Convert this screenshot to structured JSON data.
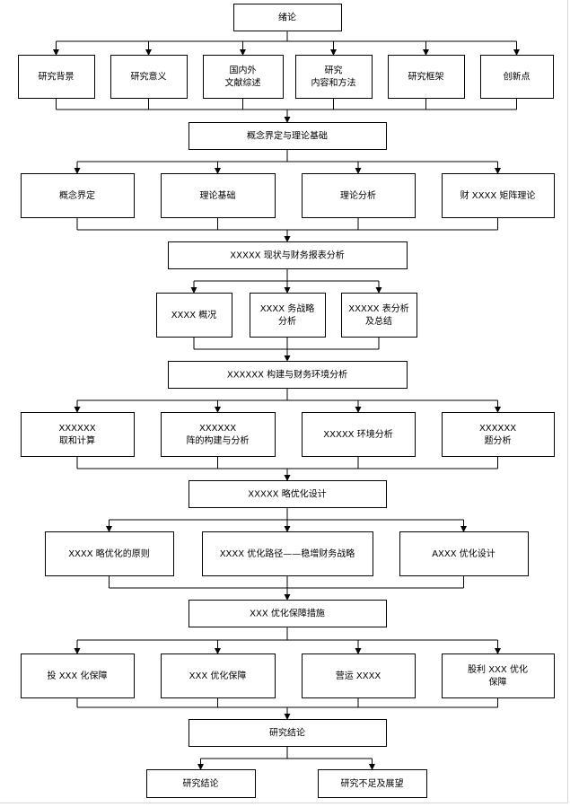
{
  "diagram": {
    "nodes": [
      {
        "id": "n_intro",
        "lines": [
          "绪论"
        ]
      },
      {
        "id": "n_bg",
        "lines": [
          "研究背景"
        ]
      },
      {
        "id": "n_sig",
        "lines": [
          "研究意义"
        ]
      },
      {
        "id": "n_lit",
        "lines": [
          "国内外",
          "文献综述"
        ]
      },
      {
        "id": "n_method",
        "lines": [
          "研究",
          "内容和方法"
        ]
      },
      {
        "id": "n_frame",
        "lines": [
          "研究框架"
        ]
      },
      {
        "id": "n_innov",
        "lines": [
          "创新点"
        ]
      },
      {
        "id": "n_concept_theory",
        "lines": [
          "概念界定与理论基础"
        ]
      },
      {
        "id": "n_concept",
        "lines": [
          "概念界定"
        ]
      },
      {
        "id": "n_theory",
        "lines": [
          "理论基础"
        ]
      },
      {
        "id": "n_analysis",
        "lines": [
          "理论分析"
        ]
      },
      {
        "id": "n_matrix",
        "lines": [
          "财 XXXX 矩阵理论"
        ]
      },
      {
        "id": "n_status",
        "lines": [
          "XXXXX 现状与财务报表分析"
        ]
      },
      {
        "id": "n_overview",
        "lines": [
          "XXXX 概况"
        ]
      },
      {
        "id": "n_strategy",
        "lines": [
          "XXXX 务战略",
          "分析"
        ]
      },
      {
        "id": "n_report",
        "lines": [
          "XXXXX 表分析",
          "及总结"
        ]
      },
      {
        "id": "n_build",
        "lines": [
          "XXXXXX 构建与财务环境分析"
        ]
      },
      {
        "id": "n_calc",
        "lines": [
          "XXXXXX",
          "取和计算"
        ]
      },
      {
        "id": "n_matrix_build",
        "lines": [
          "XXXXXX",
          "阵的构建与分析"
        ]
      },
      {
        "id": "n_env",
        "lines": [
          "XXXXX 环境分析"
        ]
      },
      {
        "id": "n_issue",
        "lines": [
          "XXXXXX",
          "题分析"
        ]
      },
      {
        "id": "n_opt_design",
        "lines": [
          "XXXXX 略优化设计"
        ]
      },
      {
        "id": "n_principle",
        "lines": [
          "XXXX 略优化的原则"
        ]
      },
      {
        "id": "n_path",
        "lines": [
          "XXXX 优化路径——稳增财务战略"
        ]
      },
      {
        "id": "n_axxx",
        "lines": [
          "AXXX 优化设计"
        ]
      },
      {
        "id": "n_guarantee",
        "lines": [
          "XXX 优化保障措施"
        ]
      },
      {
        "id": "n_invest",
        "lines": [
          "投 XXX 化保障"
        ]
      },
      {
        "id": "n_xxx_guar",
        "lines": [
          "XXX 优化保障"
        ]
      },
      {
        "id": "n_ops",
        "lines": [
          "营运 XXXX"
        ]
      },
      {
        "id": "n_dividend",
        "lines": [
          "股利 XXX 优化",
          "保障"
        ]
      },
      {
        "id": "n_conclusion",
        "lines": [
          "研究结论"
        ]
      },
      {
        "id": "n_concl2",
        "lines": [
          "研究结论"
        ]
      },
      {
        "id": "n_future",
        "lines": [
          "研究不足及展望"
        ]
      }
    ]
  }
}
